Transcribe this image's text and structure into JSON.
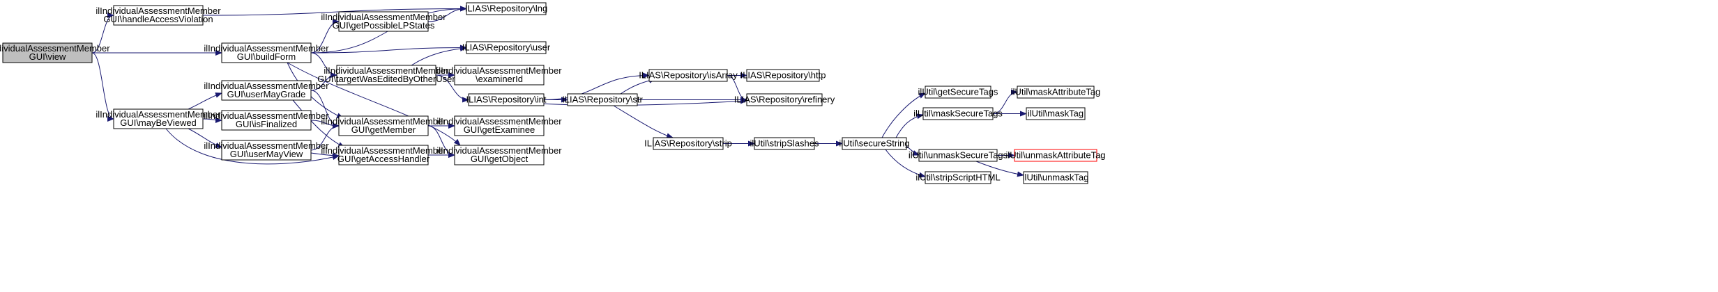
{
  "diagram": {
    "colors": {
      "edge": "#191970",
      "root_fill": "#bfbfbf",
      "truncated_border": "#ff0000"
    },
    "nodes": [
      {
        "id": "view",
        "lines": [
          "ilIndividualAssessmentMember",
          "GUI\\view"
        ],
        "root": true
      },
      {
        "id": "handleAccessViolation",
        "lines": [
          "ilIndividualAssessmentMember",
          "GUI\\handleAccessViolation"
        ]
      },
      {
        "id": "buildForm",
        "lines": [
          "ilIndividualAssessmentMember",
          "GUI\\buildForm"
        ]
      },
      {
        "id": "mayBeViewed",
        "lines": [
          "ilIndividualAssessmentMember",
          "GUI\\mayBeViewed"
        ]
      },
      {
        "id": "lng",
        "lines": [
          "ILIAS\\Repository\\lng"
        ]
      },
      {
        "id": "getPossibleLPStates",
        "lines": [
          "ilIndividualAssessmentMember",
          "GUI\\getPossibleLPStates"
        ]
      },
      {
        "id": "user",
        "lines": [
          "ILIAS\\Repository\\user"
        ]
      },
      {
        "id": "targetWasEditedByOtherUser",
        "lines": [
          "ilIndividualAssessmentMember",
          "GUI\\targetWasEditedByOtherUser"
        ]
      },
      {
        "id": "getMember",
        "lines": [
          "ilIndividualAssessmentMember",
          "GUI\\getMember"
        ]
      },
      {
        "id": "getObject",
        "lines": [
          "ilIndividualAssessmentMember",
          "GUI\\getObject"
        ]
      },
      {
        "id": "userMayGrade",
        "lines": [
          "ilIndividualAssessmentMember",
          "GUI\\userMayGrade"
        ]
      },
      {
        "id": "isFinalized",
        "lines": [
          "ilIndividualAssessmentMember",
          "GUI\\isFinalized"
        ]
      },
      {
        "id": "userMayView",
        "lines": [
          "ilIndividualAssessmentMember",
          "GUI\\userMayView"
        ]
      },
      {
        "id": "getAccessHandler",
        "lines": [
          "ilIndividualAssessmentMember",
          "GUI\\getAccessHandler"
        ]
      },
      {
        "id": "examinerId",
        "lines": [
          "ilIndividualAssessmentMember",
          "\\examinerId"
        ]
      },
      {
        "id": "int",
        "lines": [
          "ILIAS\\Repository\\int"
        ]
      },
      {
        "id": "getExaminee",
        "lines": [
          "ilIndividualAssessmentMember",
          "GUI\\getExaminee"
        ]
      },
      {
        "id": "isArray",
        "lines": [
          "ILIAS\\Repository\\isArray"
        ]
      },
      {
        "id": "str",
        "lines": [
          "ILIAS\\Repository\\str"
        ]
      },
      {
        "id": "refinery",
        "lines": [
          "ILIAS\\Repository\\refinery"
        ]
      },
      {
        "id": "http",
        "lines": [
          "ILIAS\\Repository\\http"
        ]
      },
      {
        "id": "strip",
        "lines": [
          "ILIAS\\Repository\\strip"
        ]
      },
      {
        "id": "stripSlashes",
        "lines": [
          "ilUtil\\stripSlashes"
        ]
      },
      {
        "id": "secureString",
        "lines": [
          "ilUtil\\secureString"
        ]
      },
      {
        "id": "getSecureTags",
        "lines": [
          "ilUtil\\getSecureTags"
        ]
      },
      {
        "id": "maskSecureTags",
        "lines": [
          "ilUtil\\maskSecureTags"
        ]
      },
      {
        "id": "unmaskSecureTags",
        "lines": [
          "ilUtil\\unmaskSecureTags"
        ]
      },
      {
        "id": "stripScriptHTML",
        "lines": [
          "ilUtil\\stripScriptHTML"
        ]
      },
      {
        "id": "maskAttributeTag",
        "lines": [
          "ilUtil\\maskAttributeTag"
        ]
      },
      {
        "id": "maskTag",
        "lines": [
          "ilUtil\\maskTag"
        ]
      },
      {
        "id": "unmaskAttributeTag",
        "lines": [
          "ilUtil\\unmaskAttributeTag"
        ],
        "truncated": true
      },
      {
        "id": "unmaskTag",
        "lines": [
          "ilUtil\\unmaskTag"
        ]
      }
    ],
    "edges": [
      [
        "view",
        "handleAccessViolation"
      ],
      [
        "view",
        "buildForm"
      ],
      [
        "view",
        "mayBeViewed"
      ],
      [
        "handleAccessViolation",
        "lng"
      ],
      [
        "buildForm",
        "getPossibleLPStates"
      ],
      [
        "buildForm",
        "lng"
      ],
      [
        "buildForm",
        "user"
      ],
      [
        "buildForm",
        "targetWasEditedByOtherUser"
      ],
      [
        "buildForm",
        "getMember"
      ],
      [
        "buildForm",
        "getObject"
      ],
      [
        "getPossibleLPStates",
        "lng"
      ],
      [
        "mayBeViewed",
        "userMayGrade"
      ],
      [
        "mayBeViewed",
        "isFinalized"
      ],
      [
        "mayBeViewed",
        "userMayView"
      ],
      [
        "mayBeViewed",
        "getAccessHandler"
      ],
      [
        "userMayGrade",
        "targetWasEditedByOtherUser"
      ],
      [
        "userMayGrade",
        "getMember"
      ],
      [
        "userMayGrade",
        "getAccessHandler"
      ],
      [
        "isFinalized",
        "getMember"
      ],
      [
        "userMayView",
        "getMember"
      ],
      [
        "userMayView",
        "getAccessHandler"
      ],
      [
        "targetWasEditedByOtherUser",
        "user"
      ],
      [
        "targetWasEditedByOtherUser",
        "examinerId"
      ],
      [
        "targetWasEditedByOtherUser",
        "int"
      ],
      [
        "getMember",
        "getExaminee"
      ],
      [
        "getMember",
        "getObject"
      ],
      [
        "getAccessHandler",
        "getObject"
      ],
      [
        "int",
        "isArray"
      ],
      [
        "int",
        "str"
      ],
      [
        "int",
        "refinery"
      ],
      [
        "str",
        "isArray"
      ],
      [
        "str",
        "refinery"
      ],
      [
        "str",
        "strip"
      ],
      [
        "isArray",
        "http"
      ],
      [
        "isArray",
        "refinery"
      ],
      [
        "strip",
        "stripSlashes"
      ],
      [
        "stripSlashes",
        "secureString"
      ],
      [
        "secureString",
        "getSecureTags"
      ],
      [
        "secureString",
        "maskSecureTags"
      ],
      [
        "secureString",
        "unmaskSecureTags"
      ],
      [
        "secureString",
        "stripScriptHTML"
      ],
      [
        "maskSecureTags",
        "maskAttributeTag"
      ],
      [
        "maskSecureTags",
        "maskTag"
      ],
      [
        "unmaskSecureTags",
        "unmaskAttributeTag"
      ],
      [
        "unmaskSecureTags",
        "unmaskTag"
      ]
    ]
  }
}
